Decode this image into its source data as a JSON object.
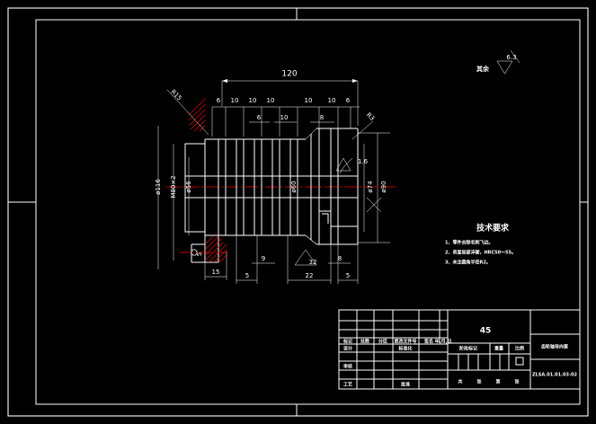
{
  "drawing": {
    "title_note": "其余",
    "surface_finish_general": "6.3",
    "tech_title": "技术要求",
    "tech_notes": [
      "1、零件去除毛刺飞边。",
      "2、表面局部淬硬，HRC50～55。",
      "3、未注圆角半径R2。"
    ]
  },
  "dimensions": {
    "overall_top": "120",
    "top_chain": [
      "6",
      "10",
      "10",
      "10",
      "10",
      "10",
      "6"
    ],
    "top_sub": [
      "6",
      "10",
      "8"
    ],
    "bottom_chain": [
      "15",
      "5",
      "9",
      "22",
      "5"
    ],
    "bottom_sub": [
      "32",
      "8"
    ],
    "left_diam_outer": "ø116",
    "left_diam_mid": "M80×2",
    "left_diam_inner": "ø56",
    "center_label": "ø60",
    "right_diam_1": "ø74",
    "right_diam_2": "ø90",
    "radius_left": "R15",
    "radius_right": "R3",
    "chamfer_left": "5",
    "finish_local": "1.6"
  },
  "title_block": {
    "material": "45",
    "part_name": "齿轮轴导向套",
    "drawing_no": "ZLSA.01.01.03-02",
    "header_row": [
      "标记",
      "处数",
      "分区",
      "更改文件号",
      "签名",
      "年,月,日"
    ],
    "left_rows": [
      {
        "role": "设计",
        "c2": "",
        "c3": "",
        "c4": "标准化",
        "c5": "",
        "c6": ""
      },
      {
        "role": "",
        "c2": "",
        "c3": "",
        "c4": "",
        "c5": "",
        "c6": ""
      },
      {
        "role": "审核",
        "c2": "",
        "c3": "",
        "c4": "",
        "c5": "",
        "c6": ""
      },
      {
        "role": "工艺",
        "c2": "",
        "c3": "",
        "c4": "批准",
        "c5": "",
        "c6": ""
      }
    ],
    "mid_headers": [
      "阶段标记",
      "重量",
      "比例"
    ],
    "bottom_row": [
      "共",
      "张",
      "第",
      "张"
    ]
  }
}
